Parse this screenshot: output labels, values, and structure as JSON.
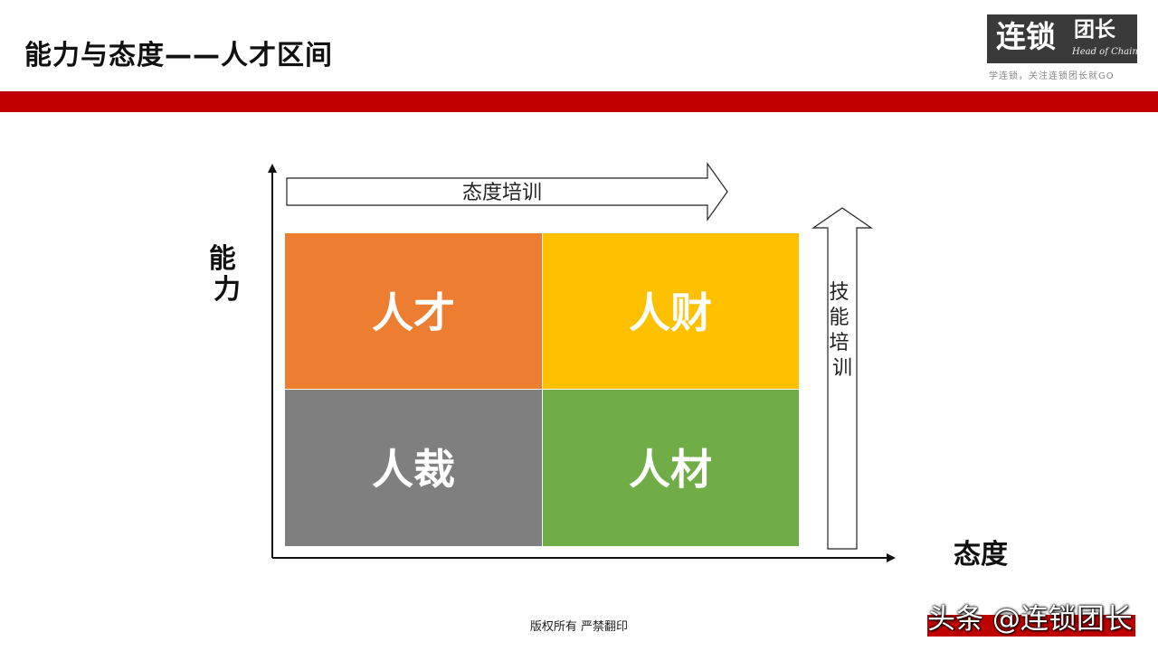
{
  "slide": {
    "title": "能力与态度——人才区间",
    "copyright": "版权所有  严禁翻印",
    "watermark": "头条 @连锁团长"
  },
  "logo": {
    "main": "连锁",
    "sub": "团长",
    "english": "Head of Chain",
    "slogan": "学连锁，关注连锁团长就GO"
  },
  "colors": {
    "brand_red": "#c00000",
    "quadrant_top_left": "#ed7d31",
    "quadrant_top_right": "#ffc000",
    "quadrant_bottom_left": "#7f7f7f",
    "quadrant_bottom_right": "#70ad47"
  },
  "diagram": {
    "y_axis_label": "能力",
    "x_axis_label": "态度",
    "horizontal_arrow_label": "态度培训",
    "vertical_arrow_label": "技能培训",
    "quadrants": {
      "top_left": "人才",
      "top_right": "人财",
      "bottom_left": "人裁",
      "bottom_right": "人材"
    }
  }
}
